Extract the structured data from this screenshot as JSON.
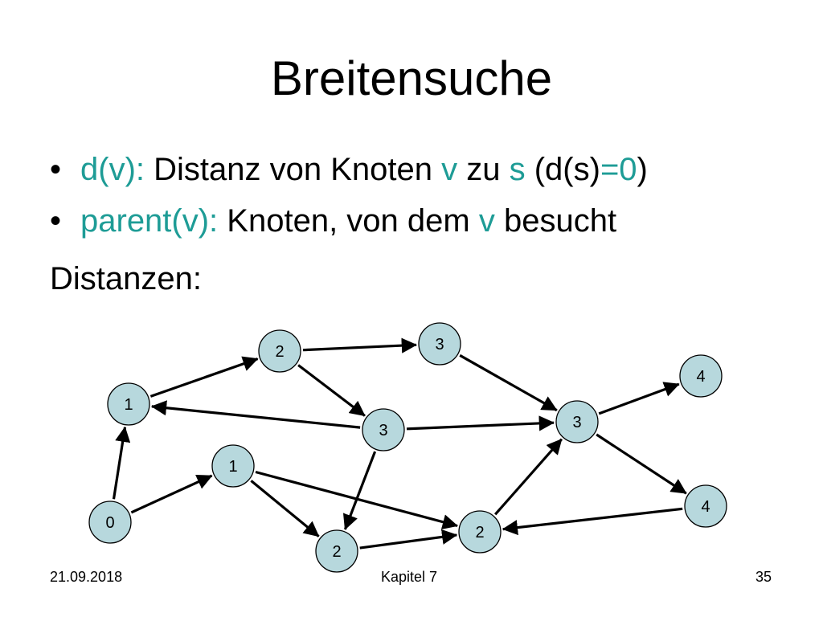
{
  "slide": {
    "title": "Breitensuche",
    "bullets": [
      {
        "marker": "•",
        "parts": [
          {
            "text": "d(v): ",
            "color": "#1e9c96"
          },
          {
            "text": "Distanz von Knoten ",
            "color": "#000000"
          },
          {
            "text": "v",
            "color": "#1e9c96"
          },
          {
            "text": " zu ",
            "color": "#000000"
          },
          {
            "text": "s",
            "color": "#1e9c96"
          },
          {
            "text": " (d(s)",
            "color": "#000000"
          },
          {
            "text": "=0",
            "color": "#1e9c96"
          },
          {
            "text": ")",
            "color": "#000000"
          }
        ]
      },
      {
        "marker": "•",
        "parts": [
          {
            "text": "parent(v): ",
            "color": "#1e9c96"
          },
          {
            "text": "Knoten, von dem ",
            "color": "#000000"
          },
          {
            "text": "v",
            "color": "#1e9c96"
          },
          {
            "text": " besucht",
            "color": "#000000"
          }
        ]
      }
    ],
    "subheading": "Distanzen:"
  },
  "graph": {
    "colors": {
      "node_fill": "#b7d8dd",
      "edge": "#000000"
    },
    "nodes": [
      {
        "id": "n0",
        "label": "0"
      },
      {
        "id": "n1a",
        "label": "1"
      },
      {
        "id": "n1b",
        "label": "1"
      },
      {
        "id": "n2a",
        "label": "2"
      },
      {
        "id": "n3a",
        "label": "3"
      },
      {
        "id": "n3b",
        "label": "3"
      },
      {
        "id": "n3c",
        "label": "3"
      },
      {
        "id": "n4a",
        "label": "4"
      },
      {
        "id": "n4b",
        "label": "4"
      },
      {
        "id": "n2b",
        "label": "2"
      },
      {
        "id": "n2c",
        "label": "2"
      }
    ],
    "edges": [
      {
        "from": "n0",
        "to": "n1a"
      },
      {
        "from": "n0",
        "to": "n1b"
      },
      {
        "from": "n1a",
        "to": "n2a"
      },
      {
        "from": "n2a",
        "to": "n3a"
      },
      {
        "from": "n2a",
        "to": "n3b"
      },
      {
        "from": "n3b",
        "to": "n1a"
      },
      {
        "from": "n3b",
        "to": "n3c"
      },
      {
        "from": "n3a",
        "to": "n3c"
      },
      {
        "from": "n3c",
        "to": "n4a"
      },
      {
        "from": "n3c",
        "to": "n4b"
      },
      {
        "from": "n3b",
        "to": "n2c"
      },
      {
        "from": "n1b",
        "to": "n2c"
      },
      {
        "from": "n1b",
        "to": "n2b"
      },
      {
        "from": "n2c",
        "to": "n2b"
      },
      {
        "from": "n2b",
        "to": "n3c"
      },
      {
        "from": "n4b",
        "to": "n2b"
      }
    ]
  },
  "footer": {
    "date": "21.09.2018",
    "chapter": "Kapitel 7",
    "page": "35"
  }
}
